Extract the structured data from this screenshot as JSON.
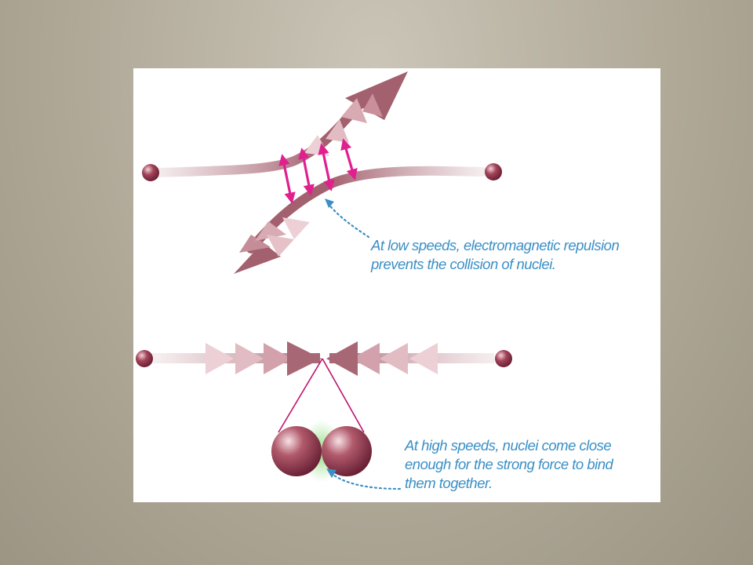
{
  "captions": {
    "low_speed": [
      "At low speeds, electromagnetic repulsion",
      "prevents the collision of nuclei."
    ],
    "high_speed": [
      "At high speeds, nuclei come close",
      "enough for the strong force to bind",
      "them together."
    ]
  },
  "colors": {
    "slide_background": "#b0a998",
    "panel_background": "#ffffff",
    "caption_text": "#3a8fc6",
    "particle_path": "#a3606e",
    "repulsion_arrow": "#e0208f",
    "strong_force_glow": "#7bd66d",
    "zoom_line": "#c0126f"
  }
}
